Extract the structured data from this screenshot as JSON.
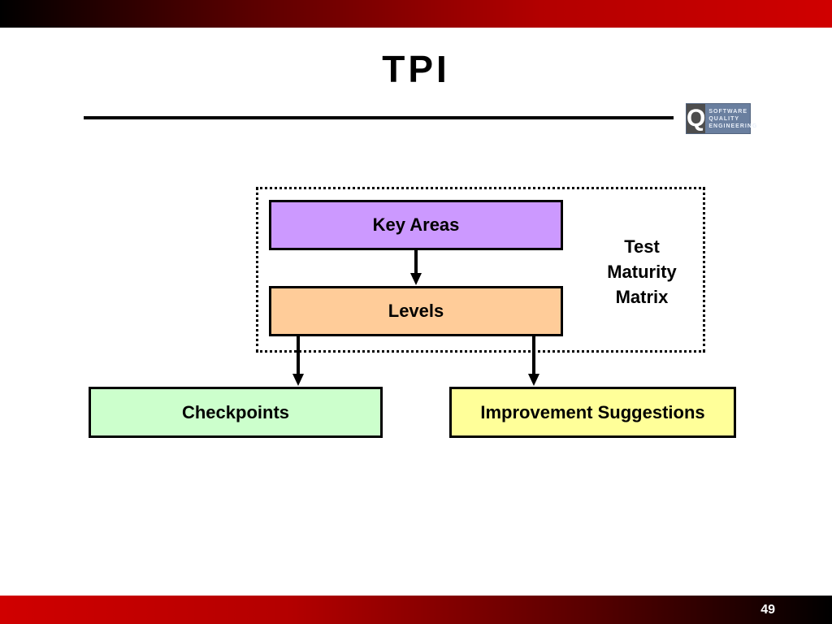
{
  "slide": {
    "title": "TPI",
    "page_number": "49"
  },
  "logo": {
    "letter": "Q",
    "words": [
      "SOFTWARE",
      "QUALITY",
      "ENGINEERING"
    ]
  },
  "diagram": {
    "nodes": {
      "key_areas": "Key Areas",
      "levels": "Levels",
      "checkpoints": "Checkpoints",
      "improvement": "Improvement Suggestions"
    },
    "group_label": [
      "Test",
      "Maturity",
      "Matrix"
    ],
    "edges": [
      {
        "from": "Key Areas",
        "to": "Levels"
      },
      {
        "from": "Levels",
        "to": "Checkpoints"
      },
      {
        "from": "Levels",
        "to": "Improvement Suggestions"
      }
    ]
  }
}
